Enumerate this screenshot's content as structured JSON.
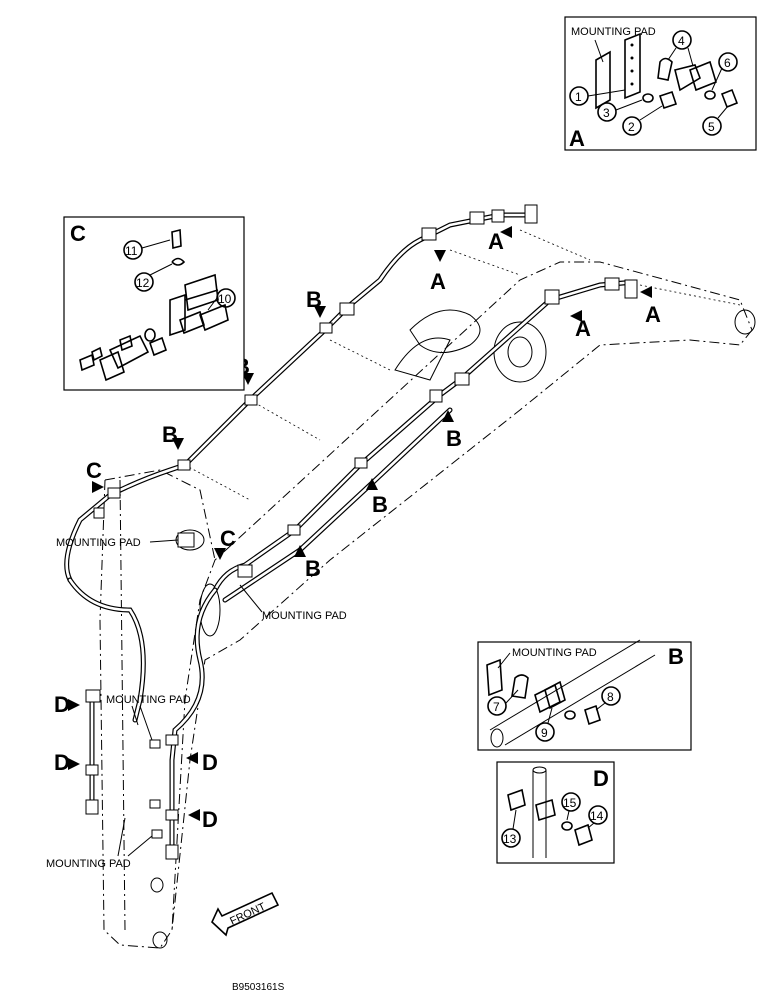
{
  "labels": {
    "mounting_pad": "MOUNTING PAD",
    "front": "FRONT",
    "drawing_code": "B9503161S"
  },
  "detail_letters": {
    "a": "A",
    "b": "B",
    "c": "C",
    "d": "D"
  },
  "part_numbers": [
    "1",
    "2",
    "3",
    "4",
    "5",
    "6",
    "7",
    "8",
    "9",
    "10",
    "11",
    "12",
    "13",
    "14",
    "15"
  ]
}
